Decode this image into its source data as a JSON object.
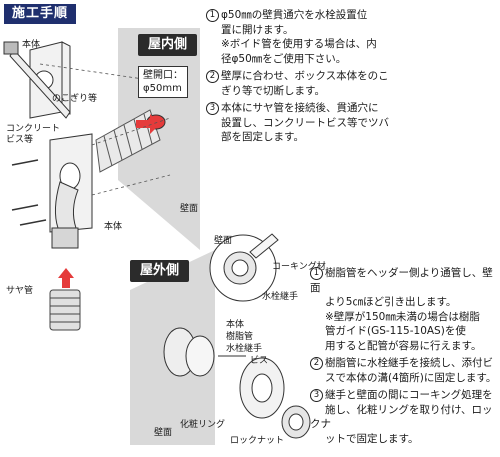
{
  "header": {
    "title": "施工手順"
  },
  "indoor": {
    "tab": "屋内側",
    "labels": {
      "body_top": "本体",
      "saw": "のこぎり等",
      "concrete_screw": "コンクリート\nビス等",
      "body_mid": "本体",
      "sleeve_pipe": "サヤ管",
      "wall_opening": "壁開口：\nφ50mm",
      "wall": "壁面"
    },
    "steps": [
      {
        "num": "1",
        "lines": [
          "φ50㎜の壁貫通穴を水栓設置位",
          "置に開けます。",
          "※ボイド管を使用する場合は、内",
          "径φ50㎜をご使用下さい。"
        ]
      },
      {
        "num": "2",
        "lines": [
          "壁厚に合わせ、ボックス本体をのこ",
          "ぎり等で切断します。"
        ]
      },
      {
        "num": "3",
        "lines": [
          "本体にサヤ管を接続後、貫通穴に",
          "設置し、コンクリートビス等でツバ",
          "部を固定します。"
        ]
      }
    ]
  },
  "outdoor": {
    "tab": "屋外側",
    "labels": {
      "wall_detail": "壁面",
      "caulking": "コーキング材",
      "faucet_joint_detail": "水栓継手",
      "body": "本体",
      "resin_pipe": "樹脂管",
      "faucet_joint": "水栓継手",
      "screw": "ビス",
      "decor_ring": "化粧リング",
      "lock_nut": "ロックナット",
      "wall": "壁面"
    },
    "steps": [
      {
        "num": "1",
        "lines": [
          "樹脂管をヘッダー側より通管し、壁面",
          "より5㎝ほど引き出します。",
          "※壁厚が150㎜未満の場合は樹脂",
          "管ガイド(GS-115-10AS)を使",
          "用すると配管が容易に行えます。"
        ]
      },
      {
        "num": "2",
        "lines": [
          "樹脂管に水栓継手を接続し、添付ビ",
          "スで本体の溝(4箇所)に固定します。"
        ]
      },
      {
        "num": "3",
        "lines": [
          "継手と壁面の間にコーキング処理を",
          "施し、化粧リングを取り付け、ロックナ",
          "ットで固定します。"
        ]
      }
    ]
  }
}
